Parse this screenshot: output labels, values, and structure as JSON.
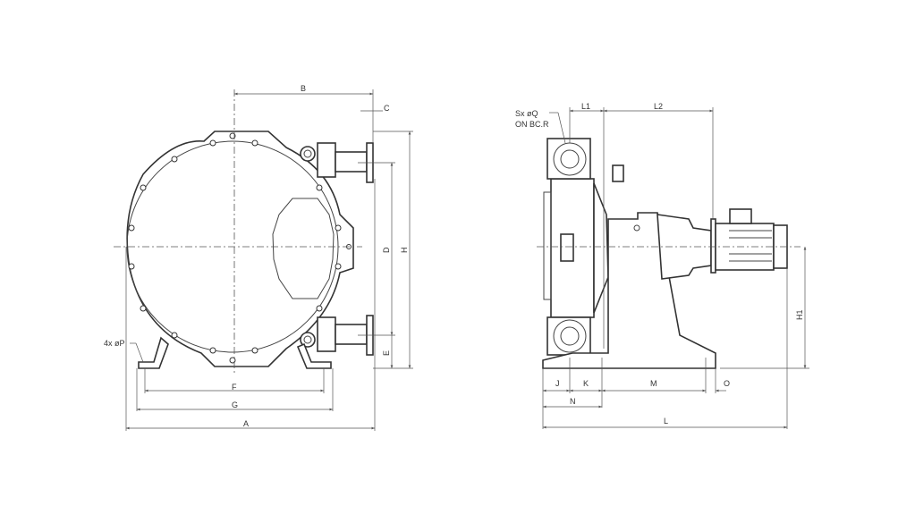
{
  "front_view": {
    "dims": {
      "A": "A",
      "B": "B",
      "C": "C",
      "D": "D",
      "E": "E",
      "F": "F",
      "G": "G",
      "H": "H"
    },
    "note_holes": "4x øP"
  },
  "side_view": {
    "dims": {
      "L1": "L1",
      "L2": "L2",
      "J": "J",
      "K": "K",
      "M": "M",
      "O": "O",
      "N": "N",
      "L": "L",
      "H1": "H1"
    },
    "note_bolts_1": "Sx øQ",
    "note_bolts_2": "ON BC.R"
  }
}
